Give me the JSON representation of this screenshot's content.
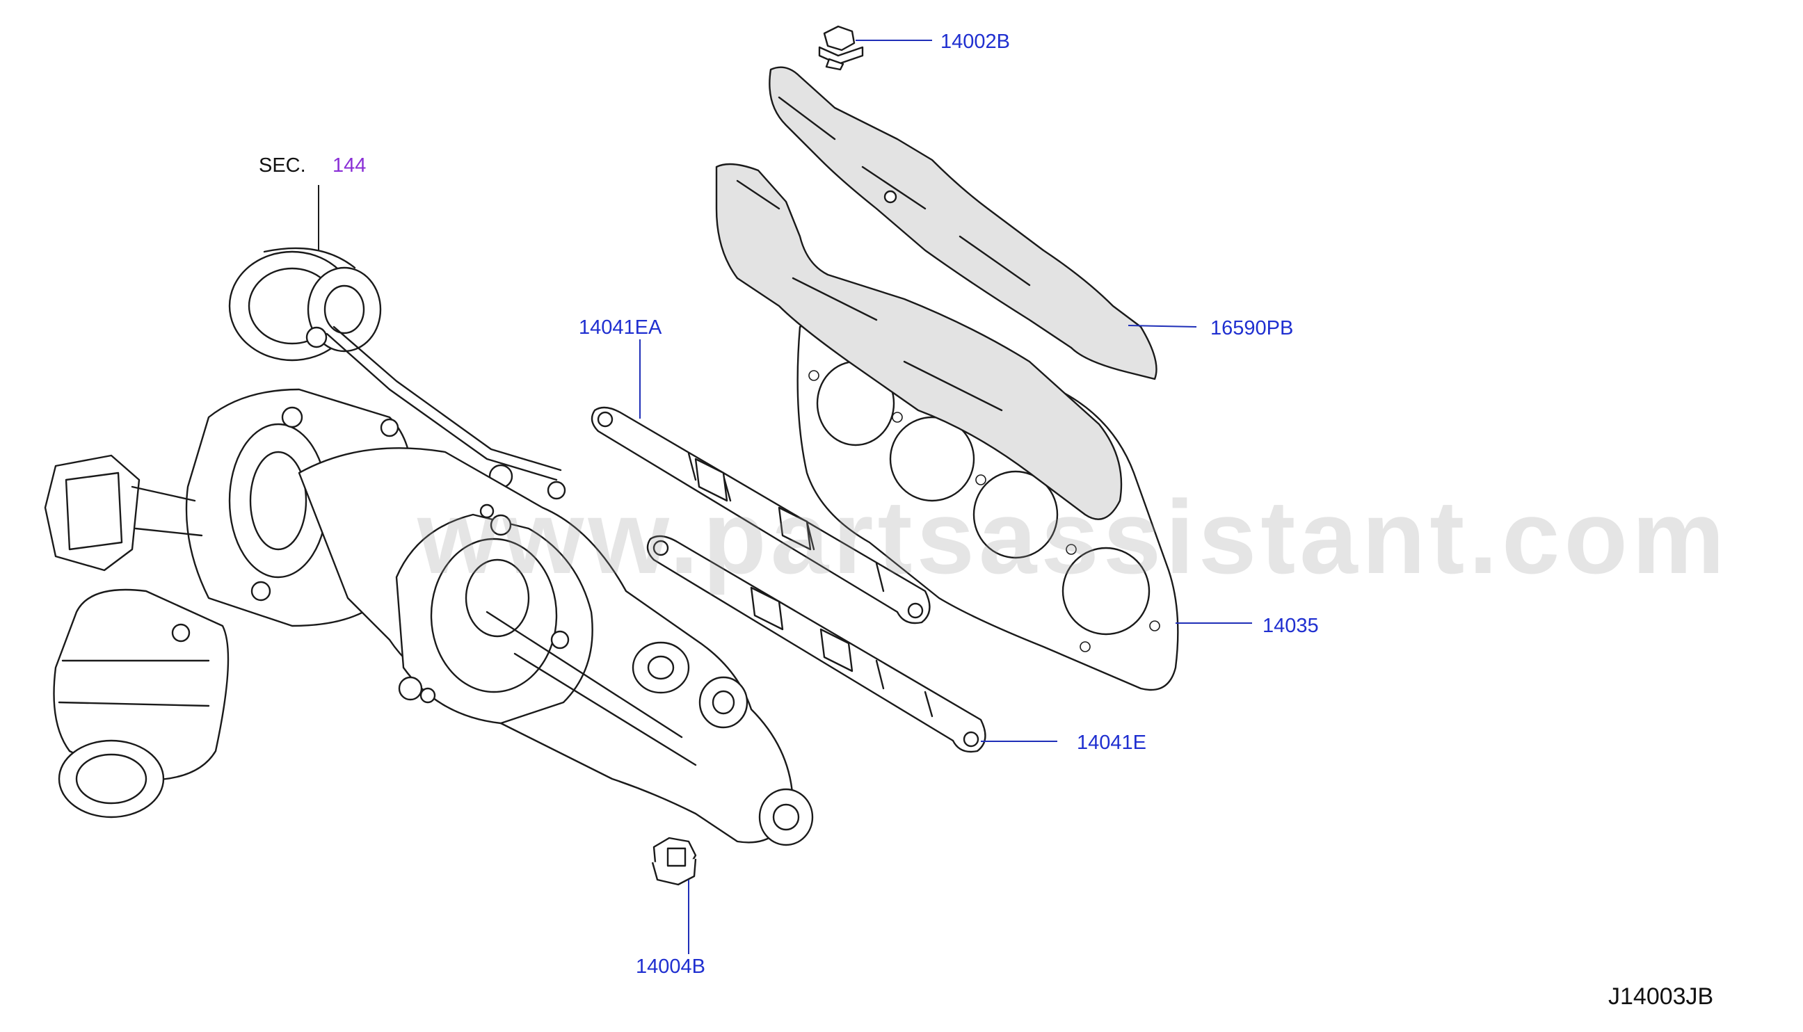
{
  "diagram": {
    "section": {
      "label": "SEC.",
      "number": "144"
    },
    "callouts": {
      "bolt": "14002B",
      "upper_shield": "16590PB",
      "upper_gasket": "14041EA",
      "manifold_gasket": "14035",
      "lower_gasket": "14041E",
      "nut": "14004B"
    },
    "diagram_id": "J14003JB",
    "watermark": "www.partsassistant.com"
  }
}
